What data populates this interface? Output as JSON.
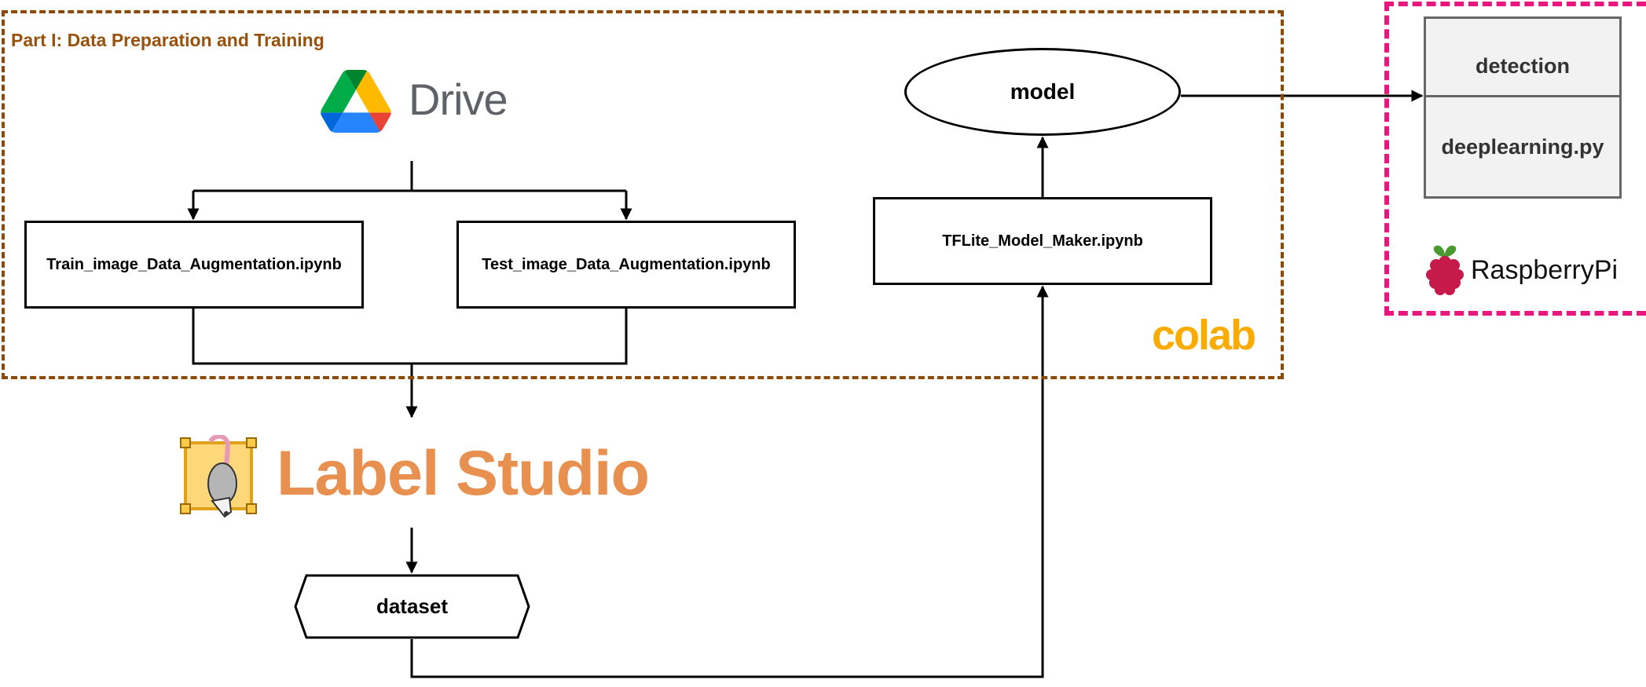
{
  "part1": {
    "title": "Part I: Data Preparation and Training"
  },
  "drive": {
    "label": "Drive",
    "logo_colors": [
      "#0066da",
      "#00ac47",
      "#ea4335",
      "#00832d",
      "#2684fc",
      "#ffba00"
    ]
  },
  "notebooks": {
    "train": "Train_image_Data_Augmentation.ipynb",
    "test": "Test_image_Data_Augmentation.ipynb",
    "tflite": "TFLite_Model_Maker.ipynb"
  },
  "model": {
    "label": "model"
  },
  "colab": {
    "label": "colab",
    "color": "#f9ab00"
  },
  "label_studio": {
    "label": "Label Studio",
    "color": "#e8904f"
  },
  "dataset": {
    "label": "dataset"
  },
  "raspberry_pi": {
    "cells": [
      "detection",
      "deeplearning.py"
    ],
    "label": "RaspberryPi",
    "frame_color": "#e9177d"
  },
  "frame_color": "#8b4a0a"
}
